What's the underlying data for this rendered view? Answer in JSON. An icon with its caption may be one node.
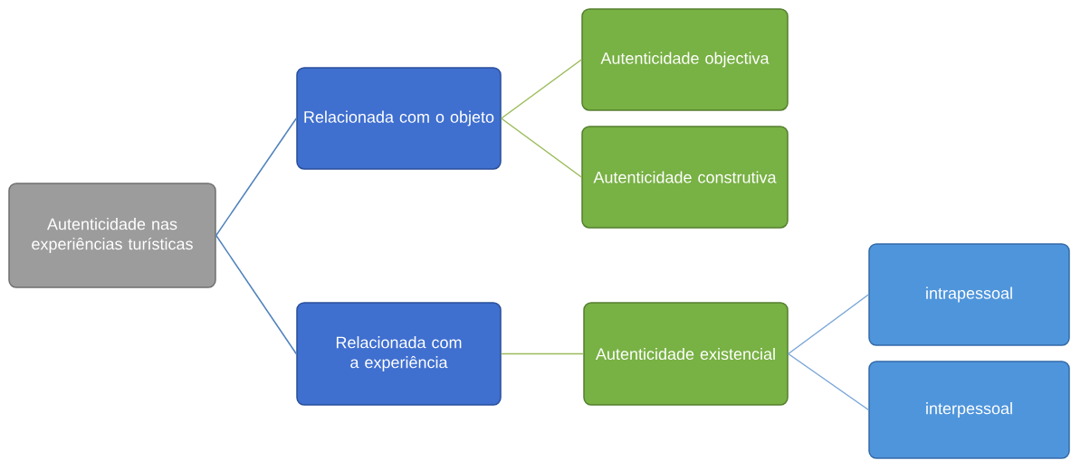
{
  "diagram": {
    "nodes": [
      {
        "text": [
          "Autenticidade nas experiências turísticas"
        ]
      },
      {
        "text": [
          "Relacionada com o objeto"
        ]
      },
      {
        "text": [
          "Autenticidade objectiva"
        ]
      },
      {
        "text": [
          "Autenticidade construtiva"
        ]
      },
      {
        "text": [
          "Relacionada com a experiência"
        ]
      },
      {
        "text": [
          "Autenticidade existencial"
        ]
      },
      {
        "text": [
          "intrapessoal"
        ]
      },
      {
        "text": [
          "interpessoal"
        ]
      }
    ],
    "edges": [
      {
        "from": 0,
        "to": 1,
        "arrow": "none",
        "color": "#4f81bd"
      },
      {
        "from": 0,
        "to": 4,
        "arrow": "none",
        "color": "#4f81bd"
      },
      {
        "from": 1,
        "to": 2,
        "arrow": "none"
      },
      {
        "from": 1,
        "to": 3,
        "arrow": "none"
      },
      {
        "from": 4,
        "to": 5,
        "arrow": "none"
      },
      {
        "from": 5,
        "to": 6,
        "arrow": "none",
        "color": "#7aa6d8"
      },
      {
        "from": 5,
        "to": 7,
        "arrow": "none",
        "color": "#7aa6d8"
      }
    ]
  }
}
